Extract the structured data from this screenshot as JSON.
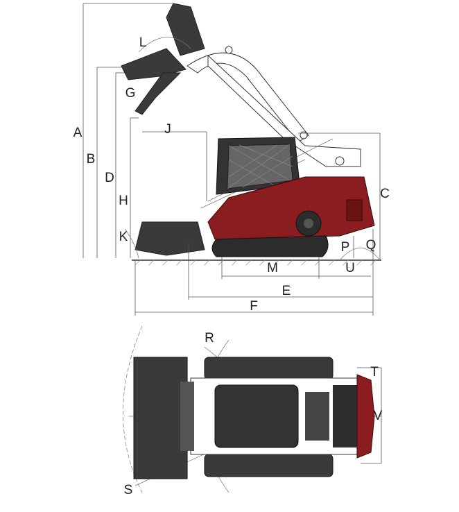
{
  "diagram": {
    "title": "Compact track loader dimensions",
    "colors": {
      "body": "#8b1c1f",
      "dark": "#3a3a3a",
      "cab_glass": "#555555",
      "line": "#333333"
    },
    "side_view_labels": {
      "A": "A",
      "B": "B",
      "C": "C",
      "D": "D",
      "E": "E",
      "F": "F",
      "G": "G",
      "H": "H",
      "J": "J",
      "K": "K",
      "L": "L",
      "M": "M",
      "P": "P",
      "Q": "Q",
      "U": "U"
    },
    "top_view_labels": {
      "R": "R",
      "S": "S",
      "T": "T",
      "V": "V"
    }
  }
}
